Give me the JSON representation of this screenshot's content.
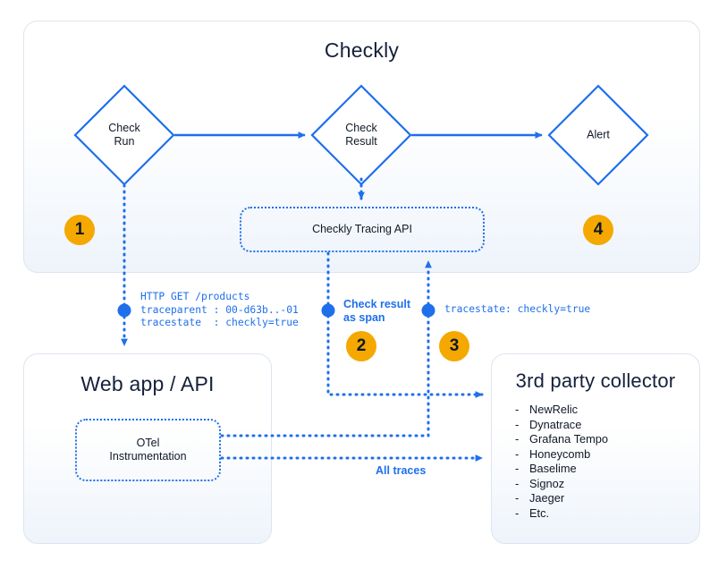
{
  "diagram": {
    "accent_blue": "#1F6FEB",
    "badge_amber": "#F5A800",
    "title_navy": "#15213b"
  },
  "checkly_panel": {
    "title": "Checkly",
    "nodes": [
      {
        "id": "check-run",
        "label": "Check\nRun"
      },
      {
        "id": "check-result",
        "label": "Check\nResult"
      },
      {
        "id": "alert",
        "label": "Alert"
      }
    ],
    "tracing_api": {
      "label": "Checkly Tracing API"
    }
  },
  "webapp_panel": {
    "title": "Web app / API",
    "otel_box": {
      "label": "OTel\nInstrumentation"
    }
  },
  "collector_panel": {
    "title": "3rd party collector",
    "items": [
      "NewRelic",
      "Dynatrace",
      "Grafana Tempo",
      "Honeycomb",
      "Baselime",
      "Signoz",
      "Jaeger",
      "Etc."
    ],
    "bullet": "-"
  },
  "annotations": {
    "http_request": "HTTP GET /products\ntraceparent : 00-d63b..-01\ntracestate  : checkly=true",
    "check_result_as_span": "Check result\nas span",
    "tracestate": "tracestate: checkly=true",
    "all_traces": "All traces"
  },
  "badges": [
    {
      "id": "badge-1",
      "label": "1"
    },
    {
      "id": "badge-2",
      "label": "2"
    },
    {
      "id": "badge-3",
      "label": "3"
    },
    {
      "id": "badge-4",
      "label": "4"
    }
  ]
}
